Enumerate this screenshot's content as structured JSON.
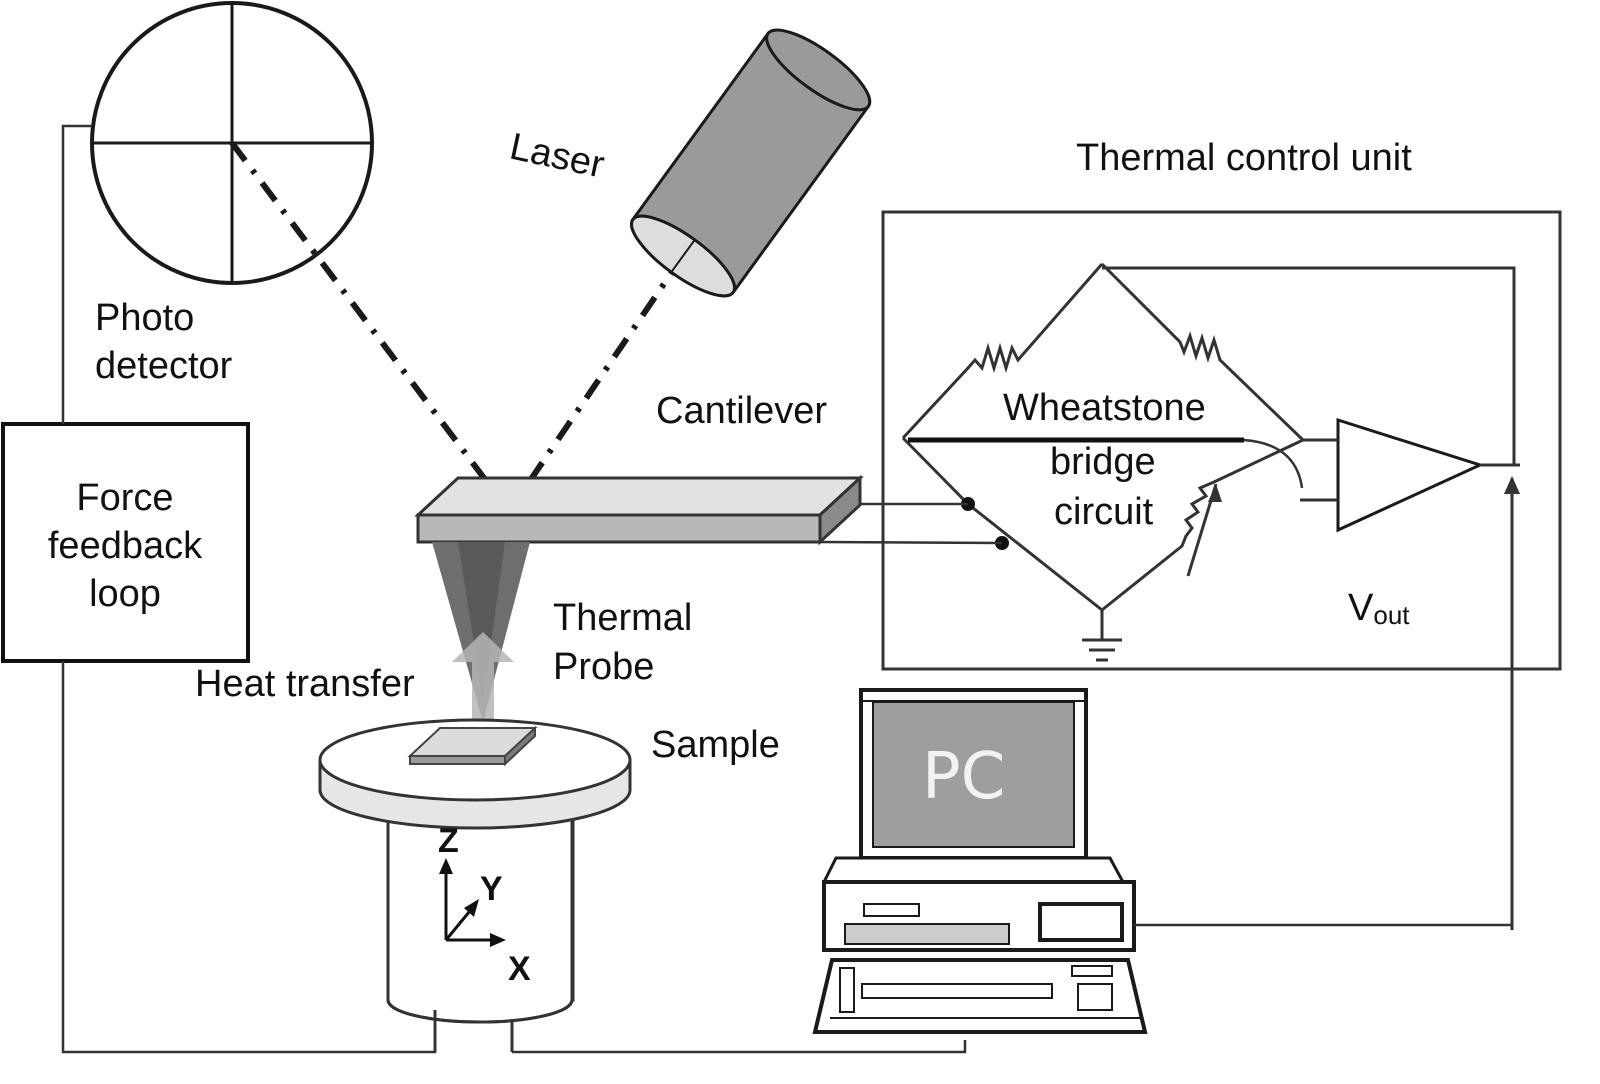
{
  "labels": {
    "laser": "Laser",
    "photo_detector_1": "Photo",
    "photo_detector_2": "detector",
    "thermal_control_unit": "Thermal control unit",
    "cantilever": "Cantilever",
    "wheatstone_1": "Wheatstone",
    "wheatstone_2": "bridge",
    "wheatstone_3": "circuit",
    "force_feedback_1": "Force",
    "force_feedback_2": "feedback",
    "force_feedback_3": "loop",
    "thermal_probe_1": "Thermal",
    "thermal_probe_2": "Probe",
    "heat_transfer": "Heat transfer",
    "sample": "Sample",
    "vout_main": "V",
    "vout_sub": "out",
    "pc": "PC",
    "axis_z": "Z",
    "axis_y": "Y",
    "axis_x": "X"
  }
}
